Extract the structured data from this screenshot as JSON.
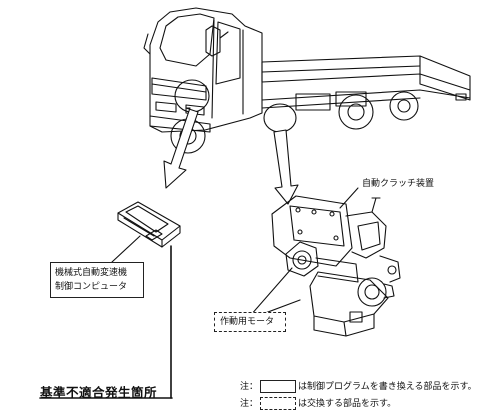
{
  "labels": {
    "clutch_device": "自動クラッチ装置",
    "computer_line1": "機械式自動変速機",
    "computer_line2": "制御コンピュータ",
    "motor": "作動用モータ",
    "nonconformance": "基準不適合発生箇所"
  },
  "notes": {
    "prefix": "注：",
    "reprogram": "は制御プログラムを書き換える部品を示す。",
    "replace": "は交換する部品を示す。"
  }
}
